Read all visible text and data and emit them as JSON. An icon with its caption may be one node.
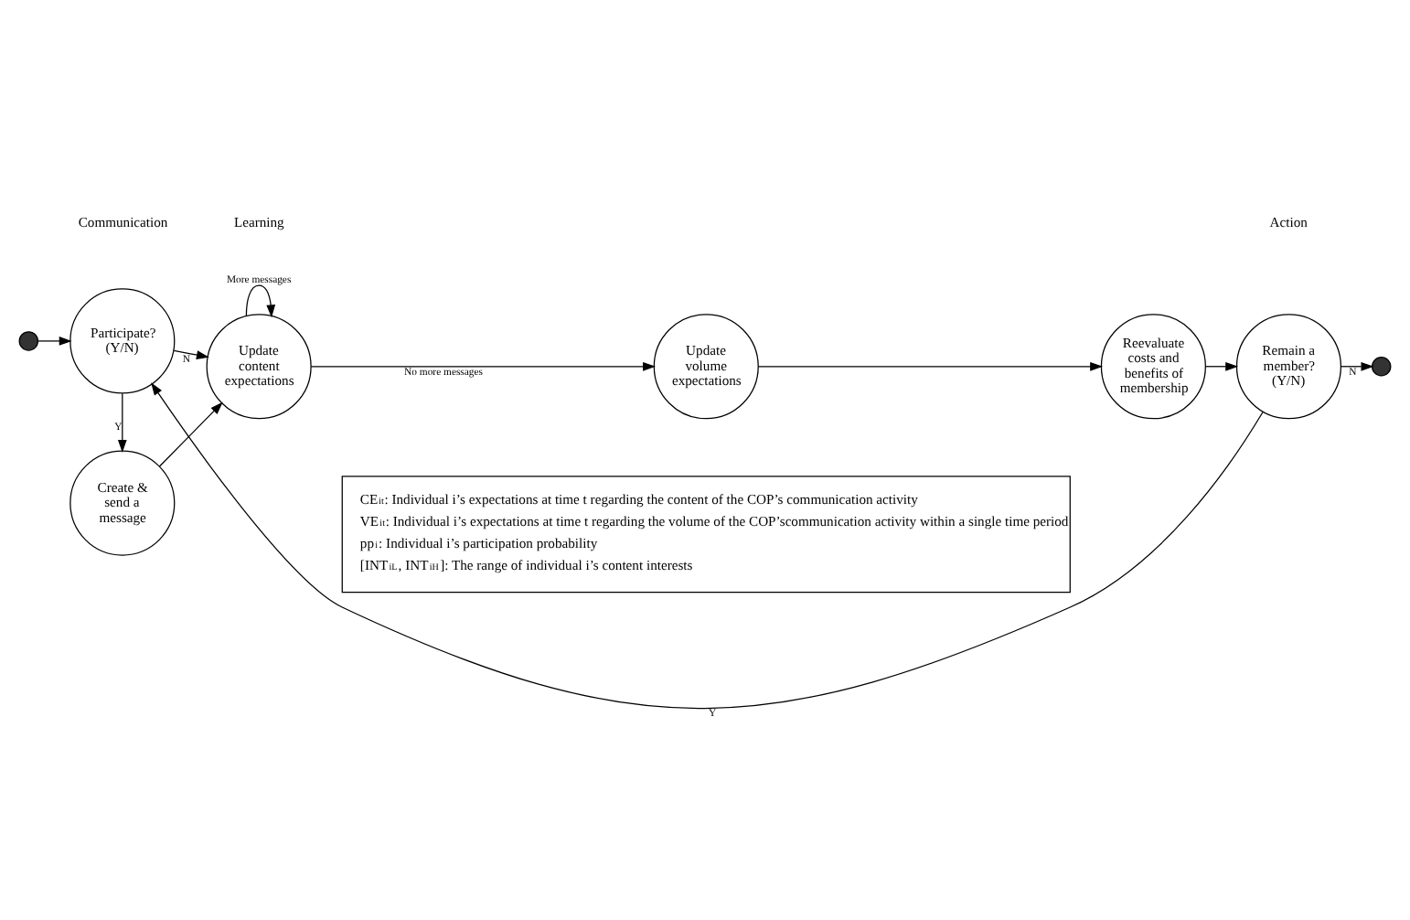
{
  "diagram": {
    "nodes": [
      {
        "text": [],
        "shape": "circle"
      },
      {
        "text": [
          "Participate? (Y/N)"
        ]
      },
      {
        "text": [
          "Create & send a message"
        ]
      },
      {
        "text": [
          "Update content expectations"
        ]
      },
      {
        "text": [
          "Update volume expectations"
        ]
      },
      {
        "text": [
          "Reevaluate costs and benefits of membership"
        ]
      },
      {
        "text": [
          "Remain a member? (Y/N)"
        ]
      },
      {
        "text": [],
        "shape": "circle"
      },
      {
        "text": [
          "CE$_{it}$: Individual i’s expectations at time t regarding the content of the COP’s communication activity",
          "VE$_{it}$: Individual i’s expectations at time t regarding the volume of the COP’scommunication activity within a single time period",
          "pp$_{i}$: Individual i’s participation probability",
          "[INT$_{iL}$, INT$_{iH}$]: The range of individual i’s content interests"
        ]
      }
    ],
    "edges": [
      {
        "from": 0,
        "to": 1,
        "arrow": "to"
      },
      {
        "from": 1,
        "to": 2,
        "arrow": "to",
        "label": "Y"
      },
      {
        "from": 2,
        "to": 3,
        "arrow": "to"
      },
      {
        "from": 1,
        "to": 3,
        "arrow": "to",
        "label": "N"
      },
      {
        "from": 3,
        "to": 3,
        "arrow": "to",
        "label": "More messages"
      },
      {
        "from": 3,
        "to": 4,
        "arrow": "to",
        "label": "No more messages"
      },
      {
        "from": 4,
        "to": 5,
        "arrow": "to"
      },
      {
        "from": 5,
        "to": 6,
        "arrow": "to"
      },
      {
        "from": 6,
        "to": 7,
        "arrow": "to",
        "label": "N"
      },
      {
        "from": 6,
        "to": 1,
        "arrow": "to",
        "label": "Y"
      }
    ],
    "labels": [
      "Communication",
      "Learning",
      "Action"
    ]
  }
}
